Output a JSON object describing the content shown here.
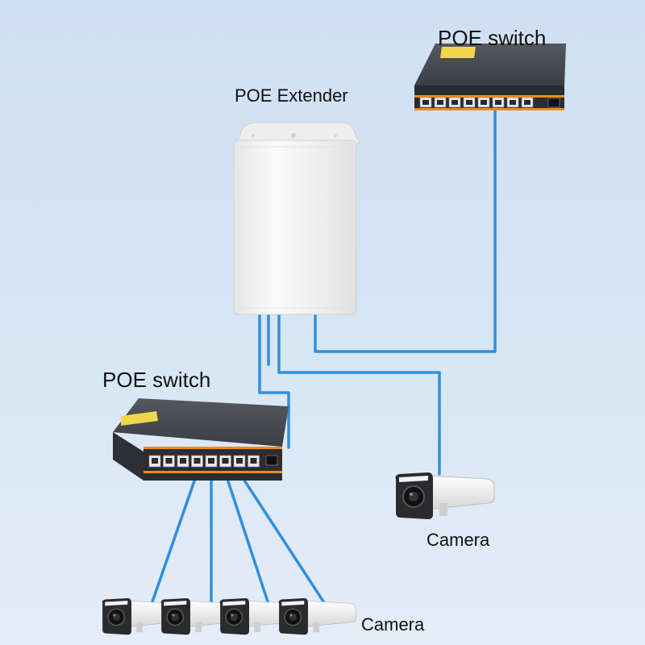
{
  "labels": {
    "poe_switch_top": "POE switch",
    "poe_extender": "POE Extender",
    "poe_switch_bottom": "POE switch",
    "camera_right": "Camera",
    "camera_bottom": "Camera"
  },
  "devices": {
    "switch_ports": 8,
    "bottom_cameras": 4
  },
  "colors": {
    "background": "#d4e4f4",
    "cable": "#2f8fe0",
    "switch_body": "#3a3d43",
    "switch_trim": "#f08a1c",
    "extender_body": "#f4f4f4",
    "camera_body": "#f2f2f2",
    "camera_face": "#2a2b2e"
  }
}
